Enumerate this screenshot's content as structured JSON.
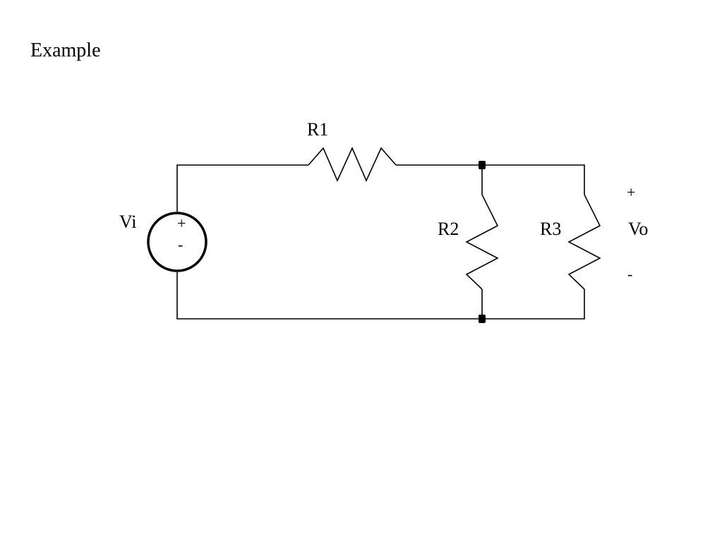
{
  "slide": {
    "title": "Example"
  },
  "circuit": {
    "source": {
      "name": "Vi",
      "plus": "+",
      "minus": "-"
    },
    "resistors": [
      {
        "name": "R1"
      },
      {
        "name": "R2"
      },
      {
        "name": "R3"
      }
    ],
    "output": {
      "name": "Vo",
      "plus": "+",
      "minus": "-"
    }
  },
  "colors": {
    "line": "#000000",
    "background": "#ffffff"
  }
}
